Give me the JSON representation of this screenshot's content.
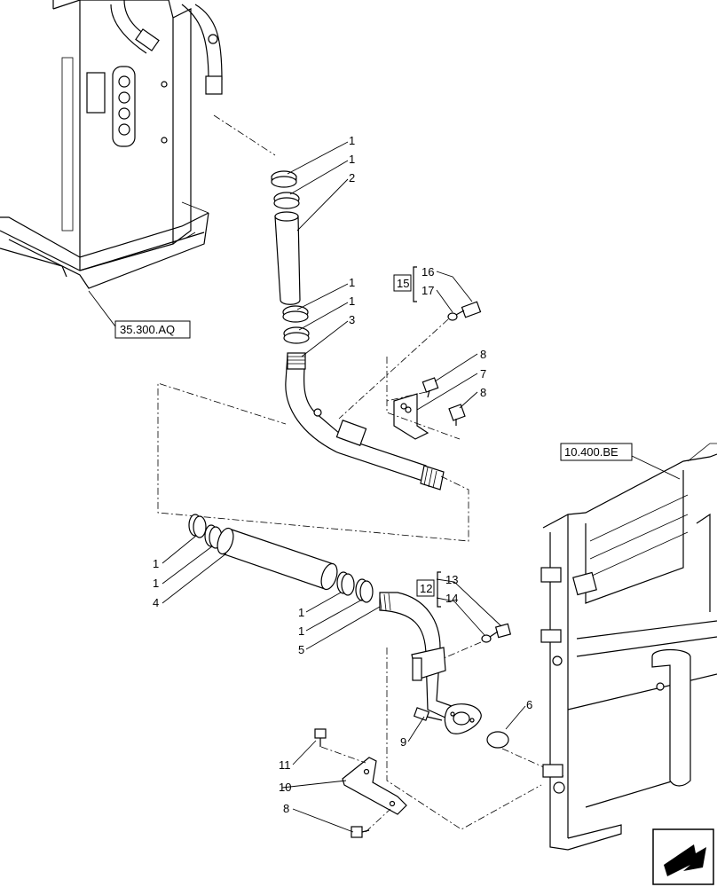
{
  "references": {
    "ref_left": "35.300.AQ",
    "ref_right": "10.400.BE"
  },
  "callouts": {
    "c1a": "1",
    "c1b": "1",
    "c2": "2",
    "c1c": "1",
    "c1d": "1",
    "c3": "3",
    "c15": "15",
    "c16": "16",
    "c17": "17",
    "c8a": "8",
    "c7": "7",
    "c8b": "8",
    "c1e": "1",
    "c1f": "1",
    "c4": "4",
    "c1g": "1",
    "c1h": "1",
    "c5": "5",
    "c12": "12",
    "c13": "13",
    "c14": "14",
    "c6": "6",
    "c9": "9",
    "c11": "11",
    "c10": "10",
    "c8c": "8"
  },
  "nav": {
    "icon": "next-arrow-icon"
  }
}
